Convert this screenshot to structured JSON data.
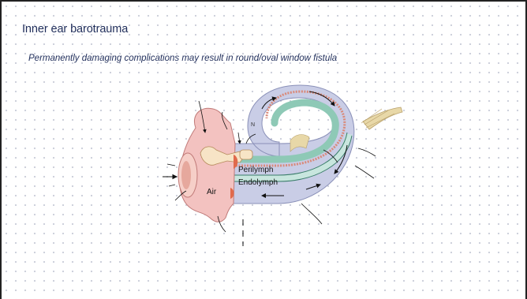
{
  "slide": {
    "title": "Inner ear barotrauma",
    "subtitle": "Permanently damaging complications may result in round/oval window fistula"
  },
  "figure": {
    "labels": {
      "perilymph": "Perilymph",
      "endolymph": "Endolymph",
      "air": "Air",
      "n": "N"
    },
    "colors": {
      "cochlea": "#c9cde6",
      "middle_ear": "#f3c2c0",
      "window": "#e06a4c",
      "endolymph_band": "#c8e6de",
      "hair_cells": "#d98a7a",
      "nerve": "#e8d8a8"
    }
  }
}
